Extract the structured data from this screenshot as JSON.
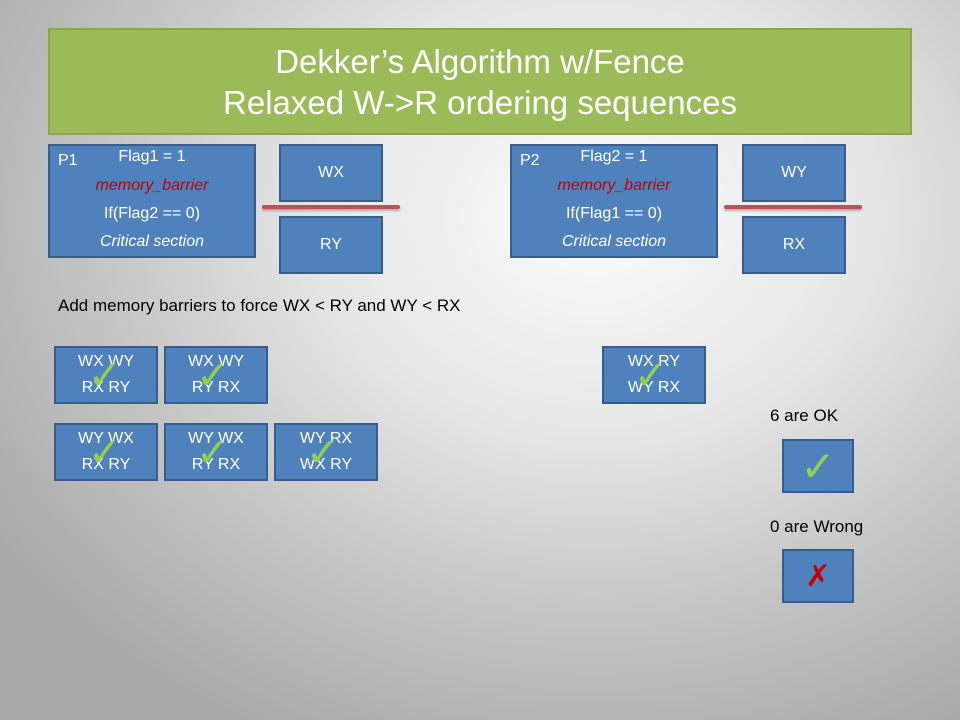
{
  "title": {
    "line1": "Dekker’s Algorithm w/Fence",
    "line2": "Relaxed W->R  ordering sequences"
  },
  "p1": {
    "label": "P1",
    "line1": "Flag1 = 1",
    "line2": "memory_barrier",
    "line3": "If(Flag2 == 0)",
    "line4": "Critical section",
    "op_write": "WX",
    "op_read": "RY"
  },
  "p2": {
    "label": "P2",
    "line1": "Flag2 = 1",
    "line2": "memory_barrier",
    "line3": "If(Flag1 == 0)",
    "line4": "Critical section",
    "op_write": "WY",
    "op_read": "RX"
  },
  "note": "Add memory barriers to force WX < RY and WY < RX",
  "sequences": [
    {
      "line1": "WX WY",
      "line2": "RX RY",
      "ok": true
    },
    {
      "line1": "WX WY",
      "line2": "RY RX",
      "ok": true
    },
    {
      "line1": "WX RY",
      "line2": "WY RX",
      "ok": true
    },
    {
      "line1": "WY WX",
      "line2": "RX RY",
      "ok": true
    },
    {
      "line1": "WY WX",
      "line2": "RY RX",
      "ok": true
    },
    {
      "line1": "WY RX",
      "line2": "WX RY",
      "ok": true
    }
  ],
  "legend": {
    "ok_label": "6 are OK",
    "wrong_label": "0 are Wrong",
    "ok_icon": "checkmark-icon",
    "wrong_icon": "x-mark-icon"
  },
  "colors": {
    "title_bg": "#9bbb59",
    "box_bg": "#4f81bd",
    "barrier": "#c0504d",
    "barrier_text": "#c00000",
    "check": "#92d050"
  }
}
